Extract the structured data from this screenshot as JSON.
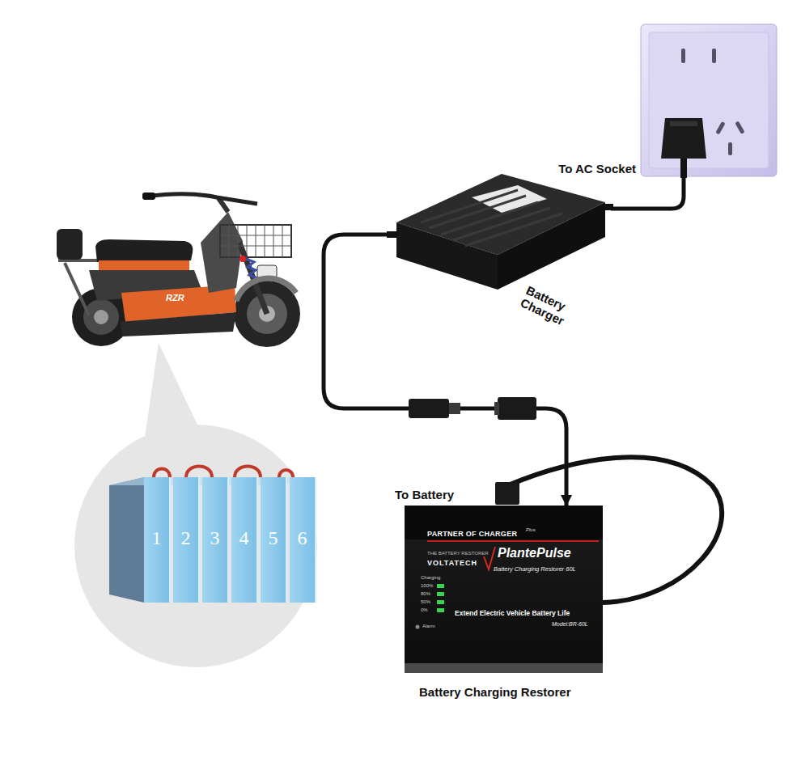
{
  "diagram": {
    "nodes": [
      {
        "text": [
          "1"
        ]
      },
      {
        "text": [
          "2"
        ]
      },
      {
        "text": [
          "3"
        ]
      },
      {
        "text": [
          "4"
        ]
      },
      {
        "text": [
          "5"
        ]
      },
      {
        "text": [
          "6"
        ]
      },
      {
        "text": [
          "To AC Socket"
        ]
      },
      {
        "text": [
          "Battery Charger"
        ]
      },
      {
        "text": [
          "PARTNER OF CHARGER",
          "Plus",
          "THE BATTERY RESTORER",
          "VOLTATECH",
          "PlantePulse",
          "Battery Charging Restorer 60L",
          "Charging",
          "100%",
          "80%",
          "50%",
          "0%",
          "Alarm",
          "Extend Electric Vehicle Battery Life",
          "Model:BR-60L",
          "Battery Charging Restorer"
        ]
      }
    ],
    "edges": [
      {
        "from": 7,
        "to": 6,
        "arrow": "none"
      },
      {
        "from": 7,
        "to": 8,
        "arrow": "to"
      }
    ],
    "labels": [
      "To Battery",
      "RZR"
    ]
  }
}
